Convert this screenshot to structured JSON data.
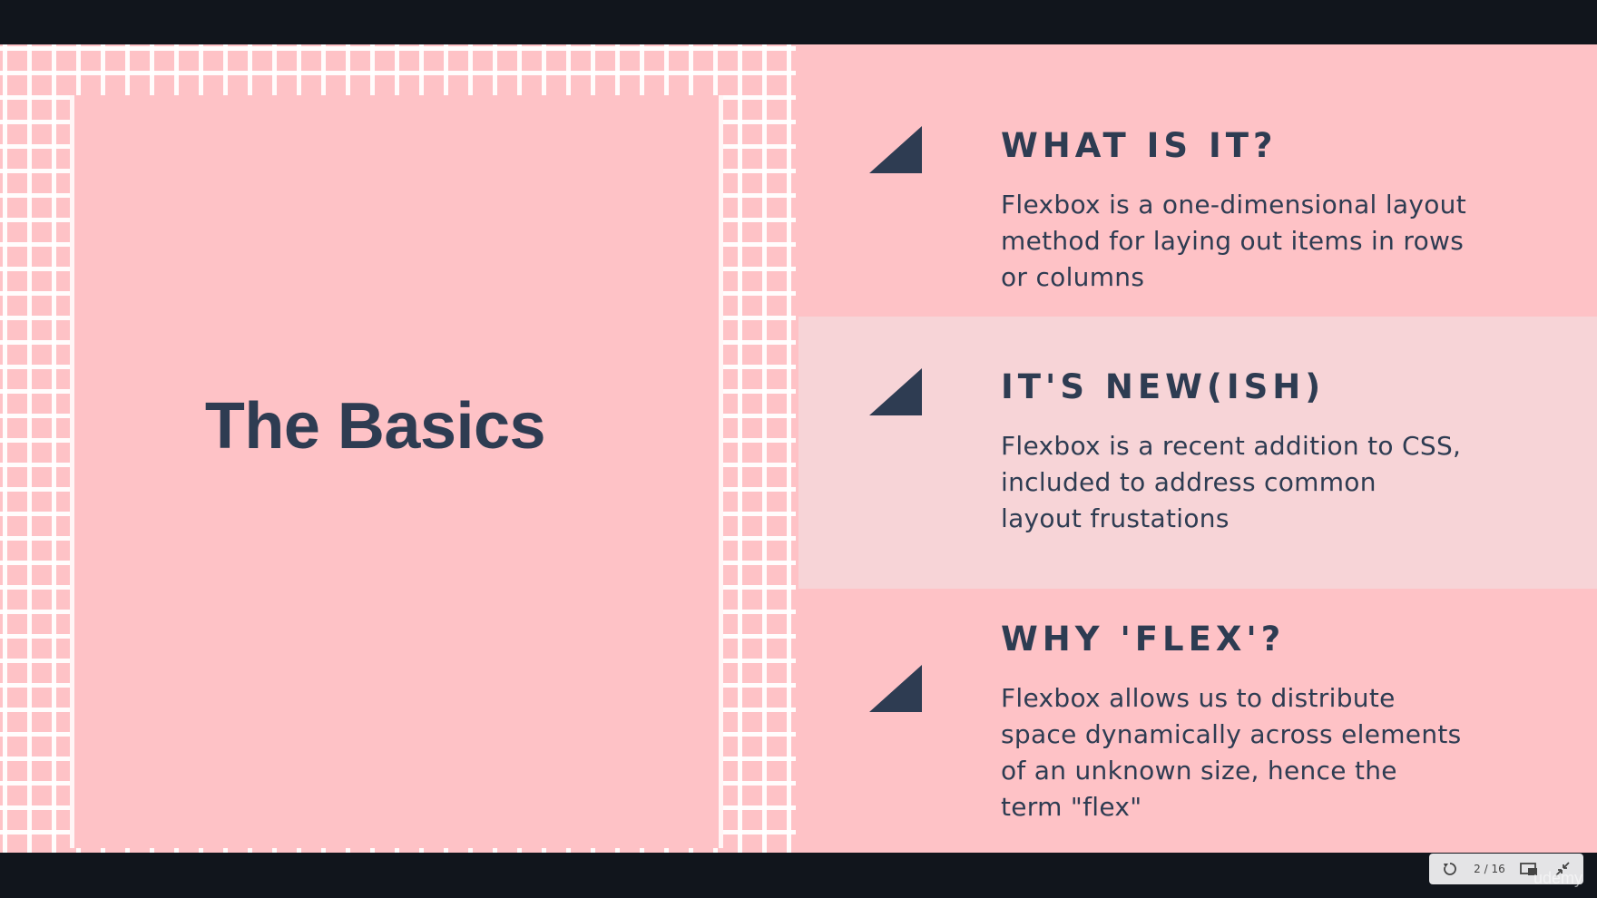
{
  "slide": {
    "title": "The Basics",
    "sections": [
      {
        "heading": "WHAT IS IT?",
        "body_lines": [
          "Flexbox is a one-dimensional layout",
          "method for laying out items in rows",
          "or columns"
        ]
      },
      {
        "heading": "IT'S NEW(ISH)",
        "body_lines": [
          "Flexbox is a recent addition to CSS,",
          "included to address common",
          "layout frustations"
        ]
      },
      {
        "heading": "WHY 'FLEX'?",
        "body_lines": [
          "Flexbox allows us to distribute",
          "space dynamically across elements",
          "of an unknown size, hence the",
          "term \"flex\""
        ]
      }
    ]
  },
  "player": {
    "page_counter": "2 / 16",
    "brand": "udemy",
    "icons": [
      "replay-icon",
      "picture-in-picture-icon",
      "exit-fullscreen-icon"
    ]
  },
  "colors": {
    "slide_background": "#fec2c6",
    "highlight_band": "#f7d4d7",
    "text_dark": "#2e3c52",
    "grid_lines": "#ffffff",
    "letterbox": "#11151c"
  }
}
